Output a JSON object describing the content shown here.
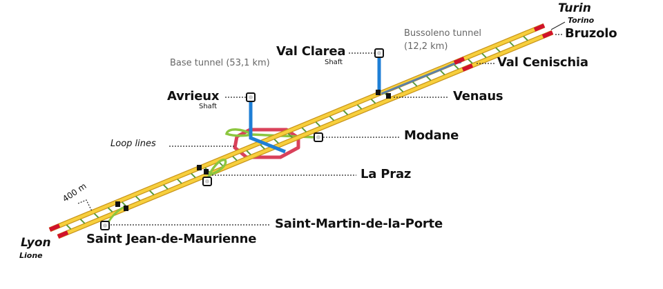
{
  "labels": {
    "turin": "Turin",
    "torino": "Torino",
    "bruzolo": "Bruzolo",
    "bussoleno_tunnel": "Bussoleno tunnel",
    "bussoleno_length": "(12,2 km)",
    "val_clarea": "Val Clarea",
    "val_clarea_shaft": "Shaft",
    "val_cenischia": "Val Cenischia",
    "venaus": "Venaus",
    "base_tunnel": "Base tunnel (53,1 km)",
    "avrieux": "Avrieux",
    "avrieux_shaft": "Shaft",
    "loop_lines": "Loop lines",
    "modane": "Modane",
    "la_praz": "La Praz",
    "saint_martin": "Saint-Martin-de-la-Porte",
    "saint_jean": "Saint Jean-de-Maurienne",
    "lyon": "Lyon",
    "lione": "Lione",
    "distance": "400 m"
  },
  "colors": {
    "track": "#f2c12e",
    "tunnel_portal": "#d0122b",
    "shaft": "#1f7fd6",
    "loop": "#8cc63f",
    "safety_ring": "#d9415a",
    "bussoleno": "#5b7fa8"
  }
}
